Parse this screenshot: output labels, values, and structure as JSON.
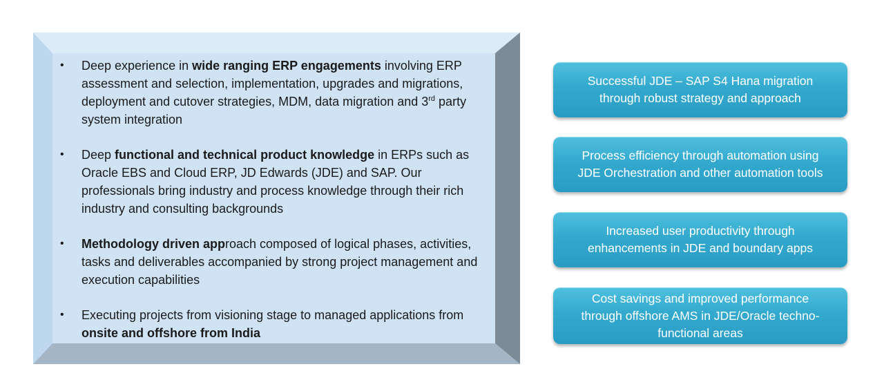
{
  "left_panel": {
    "bullets": [
      {
        "parts": [
          {
            "text": "Deep experience in ",
            "bold": false
          },
          {
            "text": "wide ranging ERP engagements",
            "bold": true
          },
          {
            "text": " involving ERP assessment and selection, implementation, upgrades and migrations, deployment and cutover strategies, MDM, data migration and 3",
            "bold": false
          },
          {
            "text": "rd",
            "sup": true
          },
          {
            "text": " party system integration",
            "bold": false
          }
        ]
      },
      {
        "parts": [
          {
            "text": "Deep ",
            "bold": false
          },
          {
            "text": "functional and technical product knowledge",
            "bold": true
          },
          {
            "text": " in ERPs such as Oracle EBS and Cloud ERP, JD Edwards (JDE) and SAP. Our professionals bring industry and process knowledge through their rich industry and consulting backgrounds",
            "bold": false
          }
        ]
      },
      {
        "parts": [
          {
            "text": "Methodology driven app",
            "bold": true
          },
          {
            "text": "roach composed of logical phases, activities, tasks and deliverables accompanied by strong project management and execution capabilities",
            "bold": false
          }
        ]
      },
      {
        "parts": [
          {
            "text": "Executing projects from visioning stage to managed applications from ",
            "bold": false
          },
          {
            "text": "onsite and offshore from India",
            "bold": true
          }
        ]
      }
    ]
  },
  "highlights": [
    {
      "lines": [
        "Successful JDE – SAP S4 Hana migration",
        "through robust strategy and approach"
      ]
    },
    {
      "lines": [
        "Process efficiency through automation using",
        "JDE Orchestration and other automation tools"
      ]
    },
    {
      "lines": [
        "Increased user productivity through",
        "enhancements in JDE and boundary apps"
      ]
    },
    {
      "lines": [
        "Cost savings and improved performance",
        "through offshore AMS in JDE/Oracle techno-",
        "functional areas"
      ]
    }
  ],
  "colors": {
    "panel_face": "#cfe3f4",
    "bevel_top": "#dcebf8",
    "bevel_left": "#bdd7ee",
    "bevel_right": "#7d8b97",
    "bevel_bottom": "#a4b5c6",
    "pill_blue": "#33a9ce"
  }
}
